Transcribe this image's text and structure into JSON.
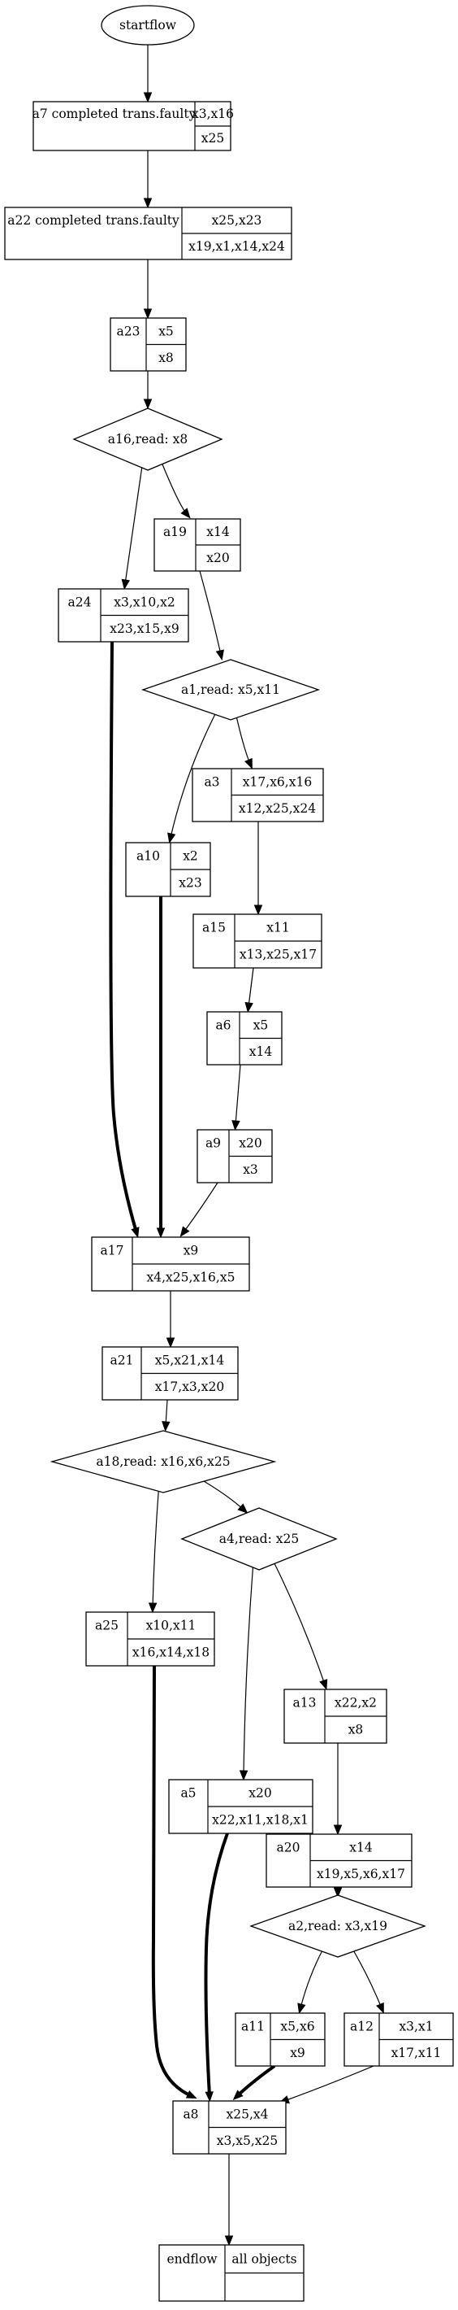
{
  "nodes": {
    "start": {
      "label": "startflow"
    },
    "a7": {
      "id": "a7 completed trans.faulty",
      "top": "x3,x16",
      "bottom": "x25"
    },
    "a22": {
      "id": "a22 completed trans.faulty",
      "top": "x25,x23",
      "bottom": "x19,x1,x14,x24"
    },
    "a23": {
      "id": "a23",
      "top": "x5",
      "bottom": "x8"
    },
    "a16": {
      "label": "a16,read: x8"
    },
    "a19": {
      "id": "a19",
      "top": "x14",
      "bottom": "x20"
    },
    "a24": {
      "id": "a24",
      "top": "x3,x10,x2",
      "bottom": "x23,x15,x9"
    },
    "a1": {
      "label": "a1,read: x5,x11"
    },
    "a3": {
      "id": "a3",
      "top": "x17,x6,x16",
      "bottom": "x12,x25,x24"
    },
    "a10": {
      "id": "a10",
      "top": "x2",
      "bottom": "x23"
    },
    "a15": {
      "id": "a15",
      "top": "x11",
      "bottom": "x13,x25,x17"
    },
    "a6": {
      "id": "a6",
      "top": "x5",
      "bottom": "x14"
    },
    "a9": {
      "id": "a9",
      "top": "x20",
      "bottom": "x3"
    },
    "a17": {
      "id": "a17",
      "top": "x9",
      "bottom": "x4,x25,x16,x5"
    },
    "a21": {
      "id": "a21",
      "top": "x5,x21,x14",
      "bottom": "x17,x3,x20"
    },
    "a18": {
      "label": "a18,read: x16,x6,x25"
    },
    "a4": {
      "label": "a4,read: x25"
    },
    "a25": {
      "id": "a25",
      "top": "x10,x11",
      "bottom": "x16,x14,x18"
    },
    "a13": {
      "id": "a13",
      "top": "x22,x2",
      "bottom": "x8"
    },
    "a5": {
      "id": "a5",
      "top": "x20",
      "bottom": "x22,x11,x18,x1"
    },
    "a20": {
      "id": "a20",
      "top": "x14",
      "bottom": "x19,x5,x6,x17"
    },
    "a2": {
      "label": "a2,read: x3,x19"
    },
    "a11": {
      "id": "a11",
      "top": "x5,x6",
      "bottom": "x9"
    },
    "a12": {
      "id": "a12",
      "top": "x3,x1",
      "bottom": "x17,x11"
    },
    "a8": {
      "id": "a8",
      "top": "x25,x4",
      "bottom": "x3,x5,x25"
    },
    "end": {
      "id": "endflow",
      "top": "all objects",
      "bottom": ""
    }
  },
  "edges": [
    {
      "from": "start",
      "to": "a7",
      "style": "normal"
    },
    {
      "from": "a7",
      "to": "a22",
      "style": "normal"
    },
    {
      "from": "a22",
      "to": "a23",
      "style": "normal"
    },
    {
      "from": "a23",
      "to": "a16",
      "style": "normal"
    },
    {
      "from": "a16",
      "to": "a24",
      "style": "normal"
    },
    {
      "from": "a16",
      "to": "a19",
      "style": "normal"
    },
    {
      "from": "a19",
      "to": "a1",
      "style": "normal"
    },
    {
      "from": "a24",
      "to": "a17",
      "style": "bold"
    },
    {
      "from": "a1",
      "to": "a10",
      "style": "normal"
    },
    {
      "from": "a1",
      "to": "a3",
      "style": "normal"
    },
    {
      "from": "a10",
      "to": "a17",
      "style": "bold"
    },
    {
      "from": "a3",
      "to": "a15",
      "style": "normal"
    },
    {
      "from": "a15",
      "to": "a6",
      "style": "normal"
    },
    {
      "from": "a6",
      "to": "a9",
      "style": "normal"
    },
    {
      "from": "a9",
      "to": "a17",
      "style": "normal"
    },
    {
      "from": "a17",
      "to": "a21",
      "style": "normal"
    },
    {
      "from": "a21",
      "to": "a18",
      "style": "normal"
    },
    {
      "from": "a18",
      "to": "a25",
      "style": "normal"
    },
    {
      "from": "a18",
      "to": "a4",
      "style": "normal"
    },
    {
      "from": "a4",
      "to": "a5",
      "style": "normal"
    },
    {
      "from": "a4",
      "to": "a13",
      "style": "normal"
    },
    {
      "from": "a13",
      "to": "a20",
      "style": "normal"
    },
    {
      "from": "a20",
      "to": "a2",
      "style": "normal"
    },
    {
      "from": "a2",
      "to": "a11",
      "style": "normal"
    },
    {
      "from": "a2",
      "to": "a12",
      "style": "normal"
    },
    {
      "from": "a25",
      "to": "a8",
      "style": "bold"
    },
    {
      "from": "a5",
      "to": "a8",
      "style": "bold"
    },
    {
      "from": "a11",
      "to": "a8",
      "style": "bold"
    },
    {
      "from": "a12",
      "to": "a8",
      "style": "normal"
    },
    {
      "from": "a8",
      "to": "end",
      "style": "normal"
    }
  ]
}
